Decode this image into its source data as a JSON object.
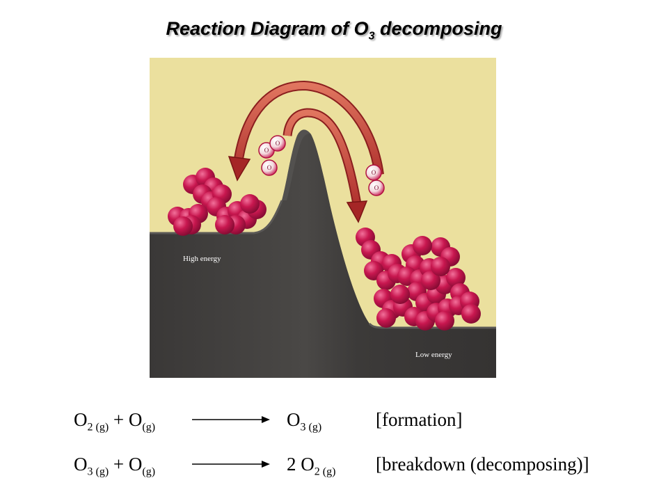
{
  "title": {
    "prefix": "Reaction Diagram of O",
    "subscript": "3",
    "suffix": " decomposing"
  },
  "diagram": {
    "high_label": "High energy",
    "low_label": "Low energy",
    "atom_label": "O",
    "colors": {
      "background": "#ebe09e",
      "hill": "#3e3c3b",
      "molecule": "#c8174f",
      "arrow": "#c8493c"
    }
  },
  "equations": [
    {
      "reactant1": "O",
      "reactant1_sub": "2 (g)",
      "plus": " + ",
      "reactant2": "O",
      "reactant2_sub": "(g)",
      "product_coef": "",
      "product": "O",
      "product_sub": "3 (g)",
      "note": "[formation]"
    },
    {
      "reactant1": "O",
      "reactant1_sub": "3 (g)",
      "plus": " + ",
      "reactant2": "O",
      "reactant2_sub": "(g)",
      "product_coef": "2 ",
      "product": "O",
      "product_sub": "2 (g)",
      "note": "[breakdown (decomposing)]"
    }
  ]
}
